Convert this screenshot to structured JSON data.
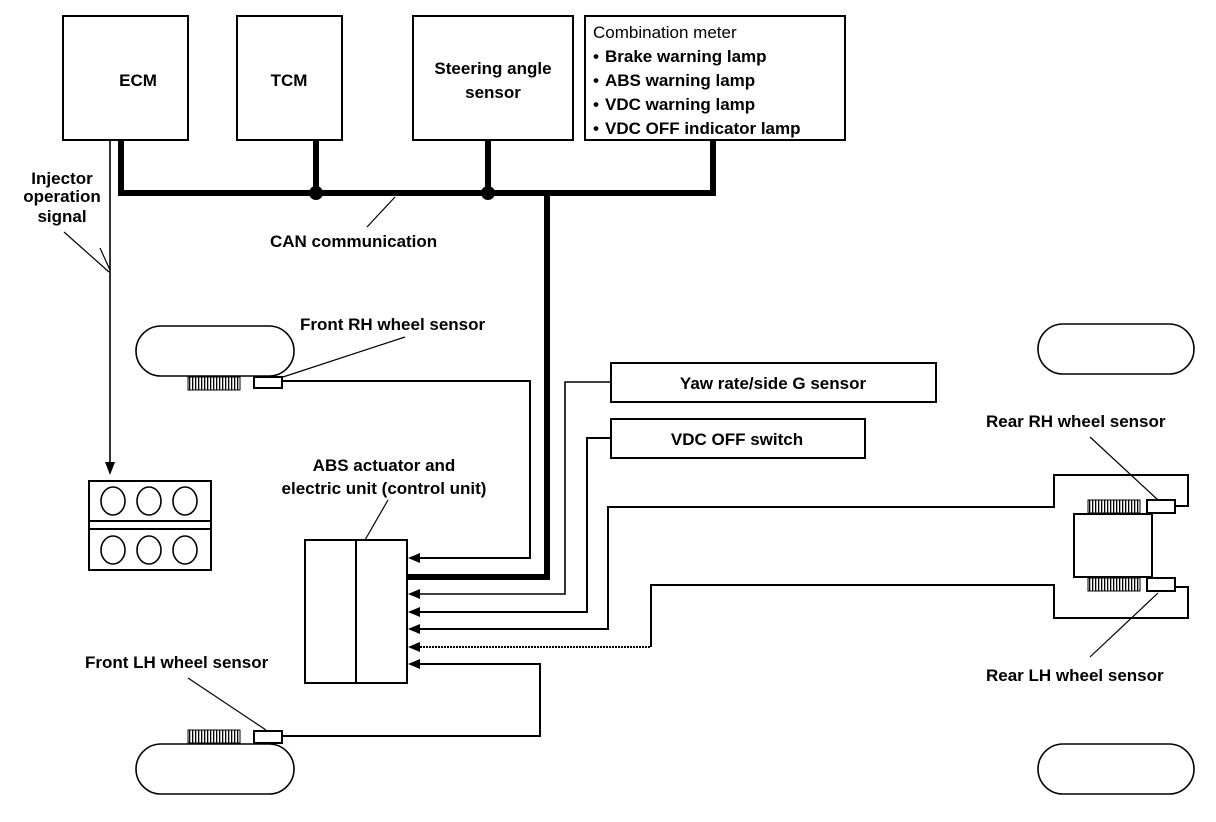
{
  "modules": {
    "ecm": "ECM",
    "tcm": "TCM",
    "steering": [
      "Steering angle",
      "sensor"
    ],
    "combination_meter": {
      "title": "Combination meter",
      "items": [
        "Brake warning lamp",
        "ABS warning lamp",
        "VDC warning lamp",
        "VDC OFF indicator lamp"
      ]
    },
    "yaw_sensor": "Yaw rate/side G sensor",
    "vdc_off_switch": "VDC OFF switch"
  },
  "labels": {
    "injector": [
      "Injector",
      "operation",
      "signal"
    ],
    "can": "CAN communication",
    "front_rh": "Front RH wheel sensor",
    "front_lh": "Front LH wheel sensor",
    "rear_rh": "Rear RH wheel sensor",
    "rear_lh": "Rear LH wheel sensor",
    "abs_unit": [
      "ABS actuator and",
      "electric unit (control unit)"
    ]
  },
  "bullet": "•"
}
